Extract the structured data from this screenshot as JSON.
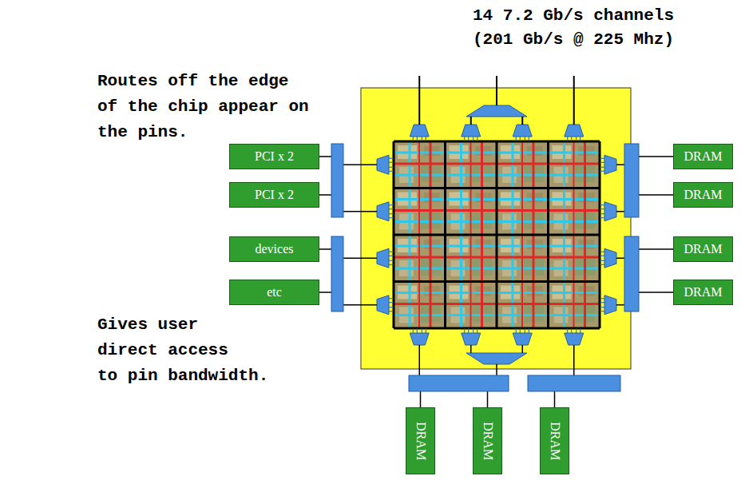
{
  "diagram": {
    "nodes": [
      {
        "text": [
          "PCI x 2"
        ]
      },
      {
        "text": [
          "DRAM"
        ]
      },
      {
        "text": [
          "PCI x 2"
        ]
      },
      {
        "text": [
          "DRAM"
        ]
      },
      {
        "text": [
          "devices"
        ]
      },
      {
        "text": [
          "DRAM"
        ]
      },
      {
        "text": [
          "etc"
        ]
      },
      {
        "text": [
          "DRAM"
        ]
      },
      {
        "text": [
          "DRAM"
        ]
      },
      {
        "text": [
          "DRAM"
        ]
      },
      {
        "text": [
          "DRAM"
        ]
      }
    ],
    "labels": [
      "14 7.2 Gb/s channels",
      "(201 Gb/s @ 225 Mhz)",
      "Routes off the edge",
      "of the chip appear on",
      "the pins.",
      "Gives user",
      "direct access",
      "to pin bandwidth."
    ]
  }
}
